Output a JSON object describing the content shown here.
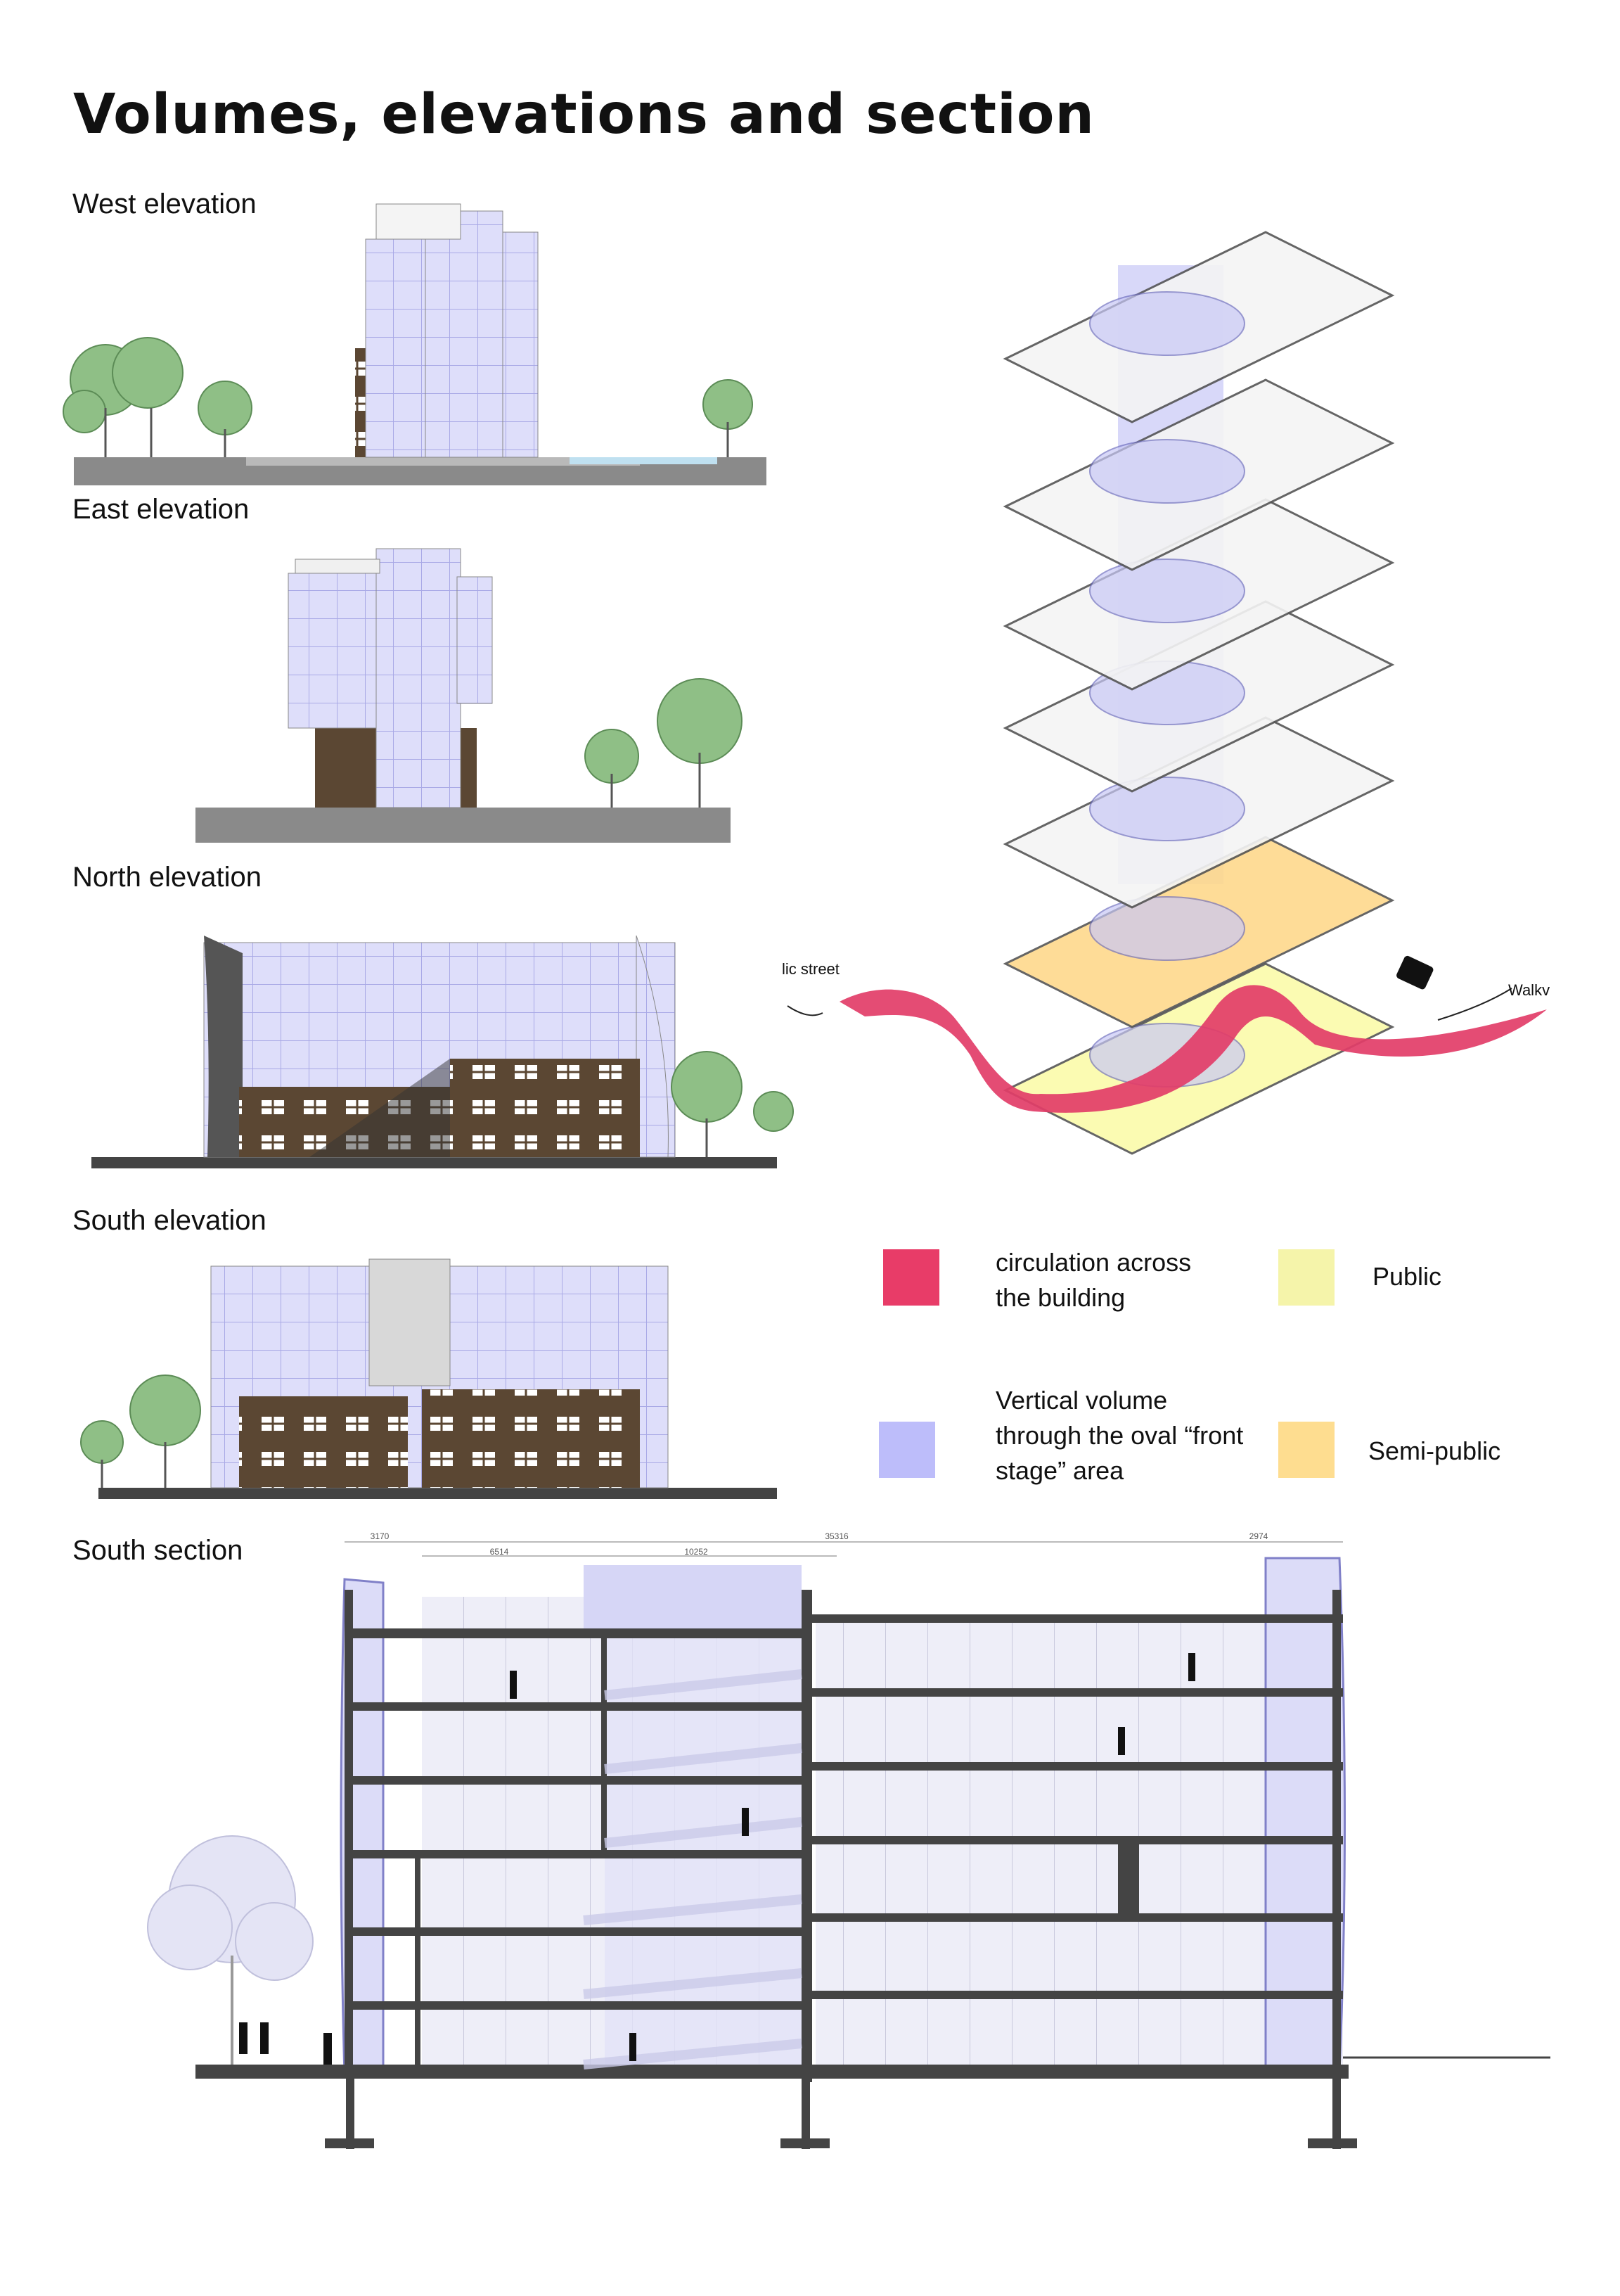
{
  "title": "Volumes, elevations and section",
  "labels": {
    "west": "West elevation",
    "east": "East elevation",
    "north": "North elevation",
    "south": "South elevation",
    "section": "South section"
  },
  "axonometric": {
    "left_label": "lic street",
    "right_label": "Walkv"
  },
  "section_dims": [
    "3170",
    "6514",
    "10252",
    "35316",
    "2974"
  ],
  "legend": [
    {
      "lines": [
        "circulation across",
        "the building"
      ],
      "color": "#e83c68"
    },
    {
      "lines": [
        "Public"
      ],
      "color": "#f5f4aa"
    },
    {
      "lines": [
        "Vertical volume",
        "through the oval “front",
        "stage” area"
      ],
      "color": "#bdbdfa"
    },
    {
      "lines": [
        "Semi-public"
      ],
      "color": "#fedd90"
    }
  ]
}
